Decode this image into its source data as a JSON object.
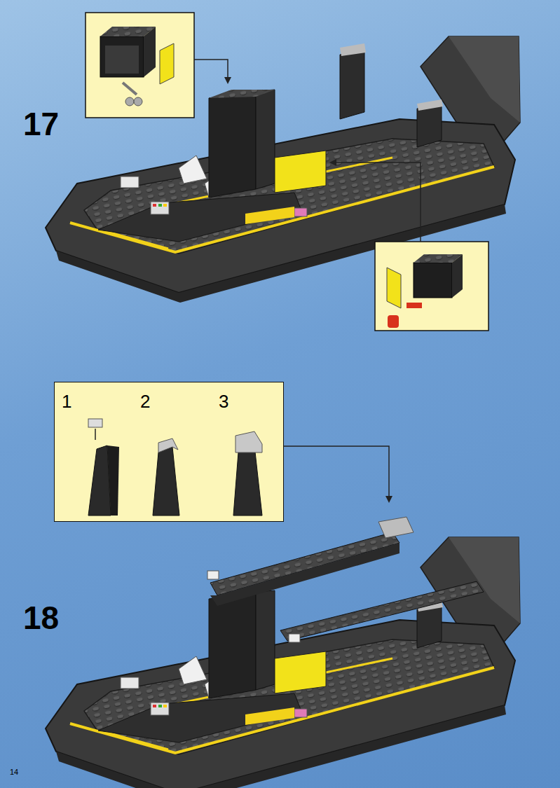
{
  "diagram": {
    "nodes": [
      {
        "text": [
          "1",
          "2",
          "3"
        ]
      }
    ],
    "labels": [
      "17",
      "18",
      "14"
    ]
  }
}
